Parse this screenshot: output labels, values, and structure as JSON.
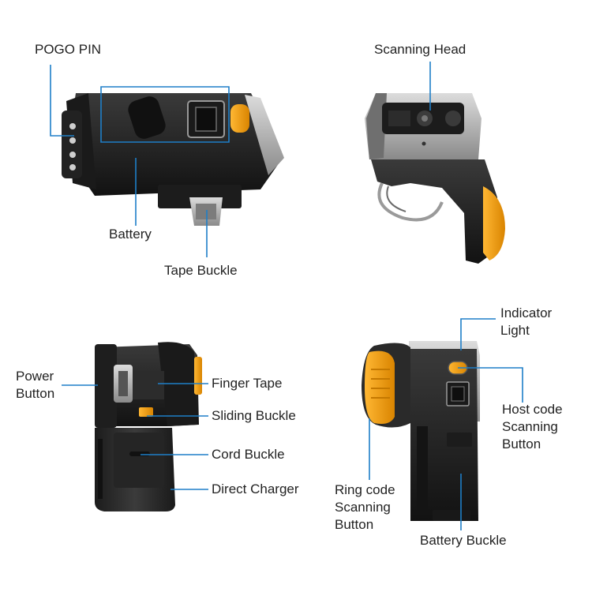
{
  "labels": {
    "pogo_pin": "POGO PIN",
    "battery": "Battery",
    "tape_buckle": "Tape Buckle",
    "scanning_head": "Scanning Head",
    "power_button": "Power\nButton",
    "finger_tape": "Finger Tape",
    "sliding_buckle": "Sliding Buckle",
    "cord_buckle": "Cord Buckle",
    "direct_charger": "Direct Charger",
    "indicator_light": "Indicator\nLight",
    "host_code_button": "Host code\nScanning\nButton",
    "ring_code_button": "Ring code\nScanning\nButton",
    "battery_buckle": "Battery Buckle"
  },
  "colors": {
    "leader_line": "#1e7fc8",
    "device_body": "#2b2b2b",
    "device_dark": "#151515",
    "accent_orange": "#f0a020",
    "metal": "#b9b9b9"
  }
}
